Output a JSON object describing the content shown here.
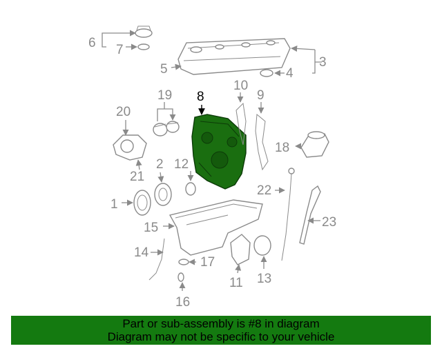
{
  "diagram": {
    "callouts": [
      "1",
      "2",
      "3",
      "4",
      "5",
      "6",
      "7",
      "8",
      "9",
      "10",
      "11",
      "12",
      "13",
      "14",
      "15",
      "16",
      "17",
      "18",
      "19",
      "20",
      "21",
      "22",
      "23"
    ],
    "highlighted_part": "8",
    "highlight_color": "#1a6e10",
    "line_color": "#8a8a8a"
  },
  "footer": {
    "line1": "Part or sub-assembly is #8 in diagram",
    "line2": "Diagram may not be specific to your vehicle",
    "background": "#147a10"
  }
}
